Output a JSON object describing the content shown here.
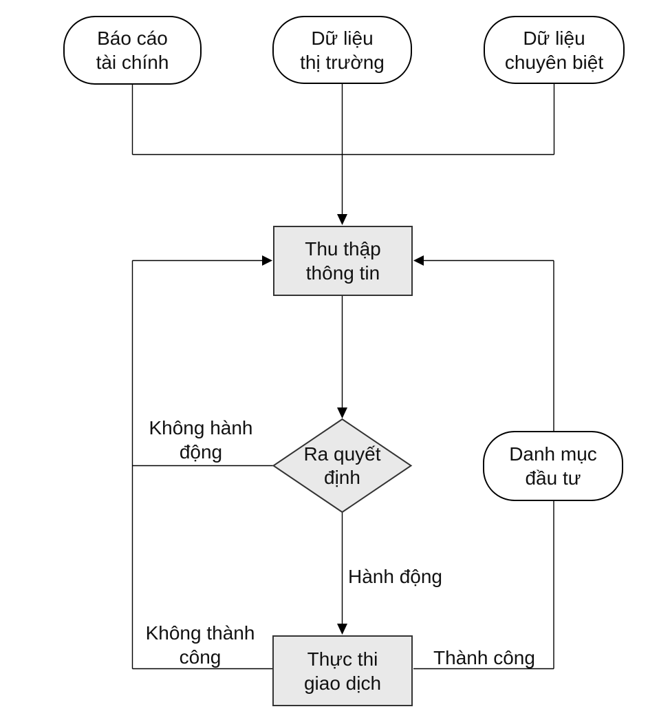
{
  "nodes": {
    "financial_reports": {
      "label": "Báo cáo\ntài chính"
    },
    "market_data": {
      "label": "Dữ liệu\nthị trường"
    },
    "specialized_data": {
      "label": "Dữ liệu\nchuyên biệt"
    },
    "collect_information": {
      "label": "Thu thập\nthông tin"
    },
    "make_decision": {
      "label": "Ra quyết\nđịnh"
    },
    "portfolio": {
      "label": "Danh mục\nđầu tư"
    },
    "execute_trades": {
      "label": "Thực thi\ngiao dịch"
    }
  },
  "edge_labels": {
    "no_action": "Không hành\nđộng",
    "action": "Hành động",
    "unsuccessful": "Không thành\ncông",
    "successful": "Thành công"
  },
  "colors": {
    "background": "#ffffff",
    "process_fill": "#e9e9e9",
    "process_border": "#333333",
    "terminal_fill": "#ffffff",
    "terminal_border": "#000000",
    "line": "#000000",
    "text": "#111111"
  }
}
